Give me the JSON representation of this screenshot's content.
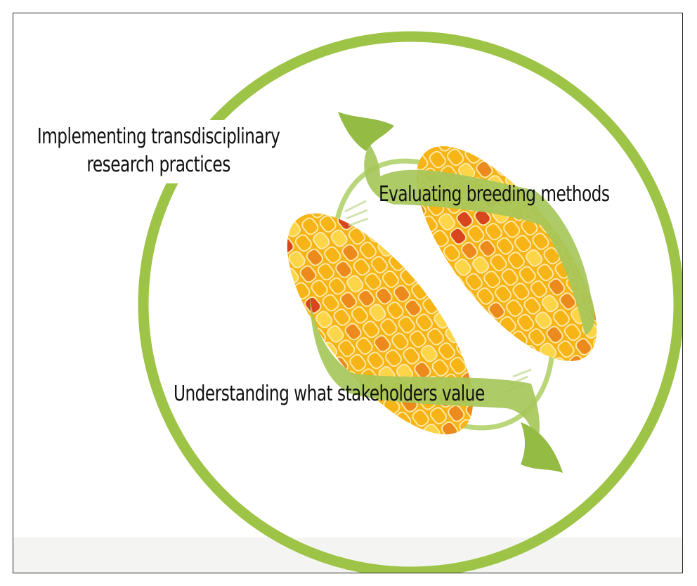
{
  "colors": {
    "ring": "#9dc446",
    "ribbon": "#a6c75a",
    "kernel_main": "#f7b417",
    "kernel_light": "#fcd548",
    "kernel_orange": "#ec8a1e",
    "kernel_red": "#d8461e",
    "frame_border": "#222222",
    "text": "#111111"
  },
  "diagram": {
    "outer_label": "Implementing transdisciplinary research practices",
    "ribbon_labels": {
      "breeding": "Evaluating breeding methods",
      "stakeholders": "Understanding what stakeholders value"
    },
    "graphics": {
      "ring": "outer-green-ring",
      "corn_upper": "corn-cob-upper-right",
      "corn_lower": "corn-cob-lower-left",
      "ribbon": "green-ribbon-cycle"
    }
  }
}
